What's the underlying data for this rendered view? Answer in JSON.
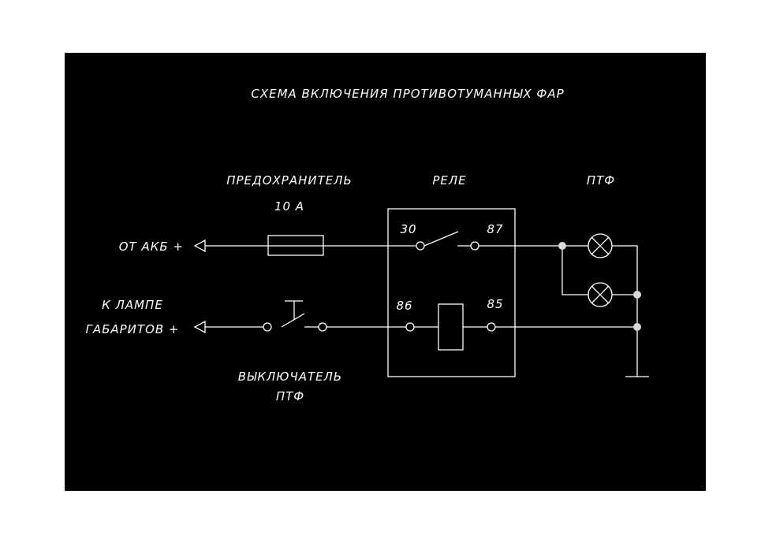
{
  "title": "СХЕМА ВКЛЮЧЕНИЯ ПРОТИВОТУМАННЫХ ФАР",
  "labels": {
    "fuse": "ПРЕДОХРАНИТЕЛЬ",
    "fuse_rating": "10 А",
    "relay": "РЕЛЕ",
    "fog_lights": "ПТФ",
    "battery": "ОТ АКБ +",
    "side_lamp_1": "К ЛАМПЕ",
    "side_lamp_2": "ГАБАРИТОВ +",
    "switch_1": "ВЫКЛЮЧАТЕЛЬ",
    "switch_2": "ПТФ"
  },
  "terminals": {
    "t30": "30",
    "t87": "87",
    "t86": "86",
    "t85": "85"
  },
  "colors": {
    "background": "#000000",
    "lines": "#ffffff",
    "dots": "#d9d9d9"
  }
}
